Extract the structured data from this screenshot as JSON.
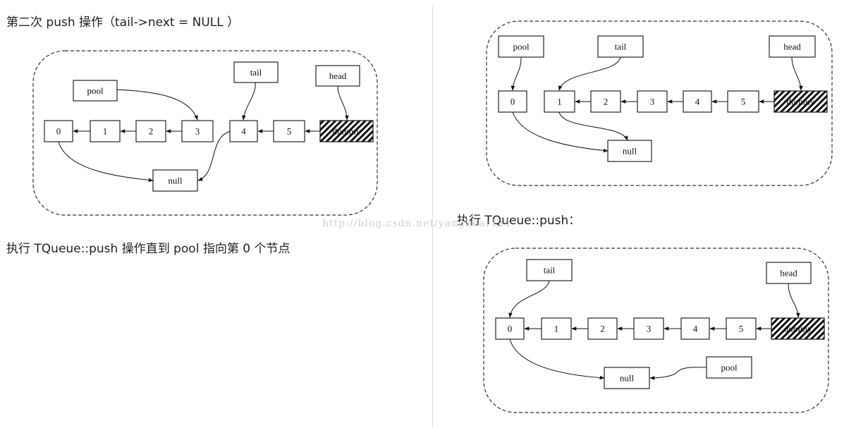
{
  "captions": {
    "first": "第二次 push 操作（tail->next = NULL ）",
    "second": "执行 TQueue::push 操作直到 pool 指向第 0 个节点",
    "third": "执行 TQueue::push："
  },
  "watermark": "http://blog.csdn.net/yangbear111",
  "diagrams": [
    {
      "nodes": [
        {
          "id": "0",
          "label": "0"
        },
        {
          "id": "1",
          "label": "1"
        },
        {
          "id": "2",
          "label": "2"
        },
        {
          "id": "3",
          "label": "3"
        },
        {
          "id": "4",
          "label": "4"
        },
        {
          "id": "5",
          "label": "5"
        },
        {
          "id": "dummy",
          "label": "dummy"
        },
        {
          "id": "null",
          "label": "null"
        },
        {
          "id": "pool",
          "label": "pool"
        },
        {
          "id": "tail",
          "label": "tail"
        },
        {
          "id": "head",
          "label": "head"
        }
      ],
      "edges": [
        [
          "dummy",
          "5"
        ],
        [
          "5",
          "4"
        ],
        [
          "3",
          "2"
        ],
        [
          "2",
          "1"
        ],
        [
          "1",
          "0"
        ],
        [
          "0",
          "null"
        ],
        [
          "4",
          "null"
        ],
        [
          "pool",
          "3"
        ],
        [
          "tail",
          "4"
        ],
        [
          "head",
          "dummy"
        ]
      ]
    },
    {
      "nodes": [
        {
          "id": "0",
          "label": "0"
        },
        {
          "id": "1",
          "label": "1"
        },
        {
          "id": "2",
          "label": "2"
        },
        {
          "id": "3",
          "label": "3"
        },
        {
          "id": "4",
          "label": "4"
        },
        {
          "id": "5",
          "label": "5"
        },
        {
          "id": "dummy",
          "label": "dummy"
        },
        {
          "id": "null",
          "label": "null"
        },
        {
          "id": "pool",
          "label": "pool"
        },
        {
          "id": "tail",
          "label": "tail"
        },
        {
          "id": "head",
          "label": "head"
        }
      ],
      "edges": [
        [
          "dummy",
          "5"
        ],
        [
          "5",
          "4"
        ],
        [
          "4",
          "3"
        ],
        [
          "3",
          "2"
        ],
        [
          "2",
          "1"
        ],
        [
          "0",
          "null"
        ],
        [
          "1",
          "null"
        ],
        [
          "pool",
          "0"
        ],
        [
          "tail",
          "1"
        ],
        [
          "head",
          "dummy"
        ]
      ]
    },
    {
      "nodes": [
        {
          "id": "0",
          "label": "0"
        },
        {
          "id": "1",
          "label": "1"
        },
        {
          "id": "2",
          "label": "2"
        },
        {
          "id": "3",
          "label": "3"
        },
        {
          "id": "4",
          "label": "4"
        },
        {
          "id": "5",
          "label": "5"
        },
        {
          "id": "dummy",
          "label": "dummy"
        },
        {
          "id": "null",
          "label": "null"
        },
        {
          "id": "pool",
          "label": "pool"
        },
        {
          "id": "tail",
          "label": "tail"
        },
        {
          "id": "head",
          "label": "head"
        }
      ],
      "edges": [
        [
          "dummy",
          "5"
        ],
        [
          "5",
          "4"
        ],
        [
          "4",
          "3"
        ],
        [
          "3",
          "2"
        ],
        [
          "2",
          "1"
        ],
        [
          "1",
          "0"
        ],
        [
          "0",
          "null"
        ],
        [
          "pool",
          "null"
        ],
        [
          "tail",
          "0"
        ],
        [
          "head",
          "dummy"
        ]
      ]
    }
  ]
}
